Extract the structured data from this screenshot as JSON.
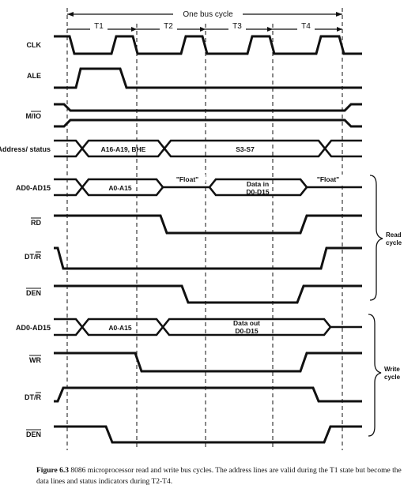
{
  "diagram": {
    "cycle_label": "One bus cycle",
    "phases": [
      "T1",
      "T2",
      "T3",
      "T4"
    ],
    "signals": {
      "clk": "CLK",
      "ale": "ALE",
      "mio": "M/IO",
      "addr_status": "Address/ status",
      "ad_read": "AD0-AD15",
      "rd": "RD",
      "dtr_read": "DT/R",
      "den_read": "DEN",
      "ad_write": "AD0-AD15",
      "wr": "WR",
      "dtr_write": "DT/R",
      "den_write": "DEN"
    },
    "segments": {
      "addr_high": "A16-A19, BHE",
      "status": "S3-S7",
      "addr_low_read": "A0-A15",
      "float_1": "\"Float\"",
      "data_in_1": "Data in",
      "data_in_2": "D0-D15",
      "float_2": "\"Float\"",
      "addr_low_write": "A0-A15",
      "data_out_1": "Data out",
      "data_out_2": "D0-D15"
    },
    "groups": {
      "read_1": "Read",
      "read_2": "cycle",
      "write_1": "Write",
      "write_2": "cycle"
    }
  },
  "caption": {
    "figure": "Figure 6.3",
    "text": "8086 microprocessor read and write bus cycles. The address lines are valid during the T1 state but become the data lines and status indicators during T2-T4."
  }
}
